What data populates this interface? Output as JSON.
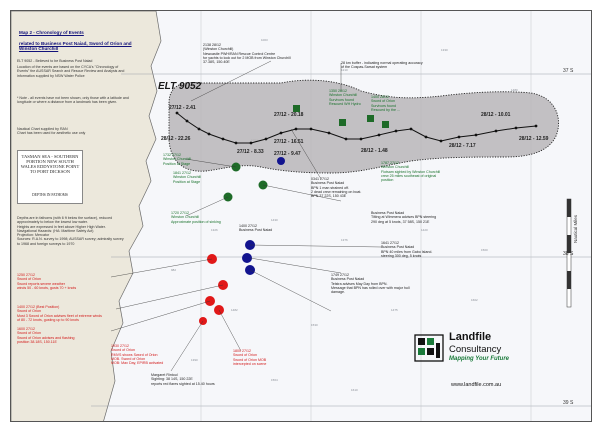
{
  "title": {
    "line1": "Map 2 - Chronology of Events",
    "line2": "related to Business Post Naiad, Sword of Orion and Winston Churchill"
  },
  "legend": {
    "note1": "ELT 9052 - Believed to be Business Post Naiad",
    "note2": "Location of the events are based on the CYCA's \"Chronology of Events\" the AUSSAR Search and Rescue Review and Analysis and information supplied by NSW Water Police",
    "note3": "* Note - all events have not been shown, only those with a latitude and longitude or where a distance from a landmark has been given.",
    "note4": "Nautical Chart supplied by RAN\nChart has been used for aesthetic use only",
    "note5": "Depths are in fathoms (with 6 ft below the surface), reduced approximately to below the lowest low water.\nHeights are expressed in feet above Higher High Water.\nNavigational Hazards: (HA: Maritime Safety Act)\nProjection: Mercator\nSources: R.A.N. survey to 1998; AUSSAR survey; admiralty survey to 1968 and foreign surveys to 1970",
    "chart_name_a": "TASMAN SEA - SOUTHERN PORTION\nNEW SOUTH WALES\nEDDYSTONE POINT\nTO\nPORT DICKSON",
    "chart_name_b": "DEPTHS IN FATHOMS"
  },
  "elt_label": "ELT 9052",
  "latitudes": {
    "lat_37": "37 S",
    "lat_38": "38 S",
    "lat_39": "39 S"
  },
  "time_labels": [
    "27/12 - 2.41",
    "28/12 - 22.26",
    "27/12 - 8.33",
    "27/12 - 20.18",
    "27/12 - 16.51",
    "27/12 - 9.47",
    "28/12 - 1.48",
    "28/12 - 7.17",
    "28/12 - 10.01",
    "28/12 - 12.59"
  ],
  "annotations": {
    "a_top_winston": "2138 28/12\n(Winston Churchill)\nNewcastle PWH/RAN Rescue Control Centre\nfor yachts to look out for 2 MOB from Winston Churchill\n37.38S, 150.40E",
    "a_buffer": "28 km buffer - indicating normal operating accuracy\nof the Cospas-Sarsat system",
    "a_sword_rescued": "1350 28/12\nWinston Churchill\nSurvivors found\nRescued WH Hydro",
    "a_sword_rescued2": "1400 28/12\nSword of Orion\nSurvivors found\nRescued by the ...",
    "a_grn_left": "1732 27/12\nWinston Churchill\nPosition at Stage",
    "a_grn_left2": "1841 27/12\nWinston Churchill\nPosition at Stage",
    "a_bpn_flare": "0341 27/12\nBusiness Post Naiad\nBPN 1 man strained off.\n2 dead crew remaining on boat.\nBPN 37 22S, 150 43E",
    "a_grn_right": "1787 27/12\nWinston Churchill\nFlotsam sighted by Winston Churchill crew 25 miles southeast of original position",
    "a_grn_mid": "1720 27/12\nWinston Churchill\nApproximate position of sinking",
    "a_bpn_1400": "1400 27/12\nBusiness Post Naiad",
    "a_blu_1": "1641 27/12\nBusiness Post Naiad\nBPN 40 miles from Gabo Island.\nsteering 300 deg, 5 knots",
    "a_blu_2": "1749 27/12\nBusiness Post Naiad\nTelstra advises May Day from BPN.\nMessage that BPN has rolled over with major hull damage.",
    "a_blu_3": "Business Post Naiad\nTilting at Wimmera advises BPN steering\n290 deg at 5 knots, 37 58S, 150 21E",
    "a_red_1": "1250 27/12\nSword of Orion\nSword reports severe weather\nwinds 50 - 60 knots, gusts 70 + knots",
    "a_red_2": "1400 27/12 (Best Position)\nSword of Orion\nMost 3 Sword of Orion advises fleet of extreme winds\nof 80 - 72 knots, gusting up to 90 knots",
    "a_red_3": "1600 27/12\nSword of Orion\nSword of Orion advises and flashing\nposition 38.18S, 150.11E",
    "a_red_4": "1930 27/12\nSword of Orion\nRMVS shows Sword of Orion\nMOB. Sword of Orion\nMOB: Max Day, EPIRB activated",
    "a_red_5": "1800 27/12\nSword of Orion\nSword of Orion MOB\nintercepted on scene",
    "a_red_6": "Margaret Rintoul\nSighting: 38 14S, 150 22E\nreports red flares sighted at 15.40 hours"
  },
  "logo": {
    "name1": "Landfile",
    "name2": "Consultancy",
    "tagline": "Mapping Your Future",
    "url": "www.landfile.com.au"
  },
  "scale_label": "Nautical Miles",
  "colors": {
    "sea": "#f6f7fa",
    "buffer": "#b9b6b9",
    "red_event": "#e11818",
    "blue_event": "#12148f",
    "green_event": "#1e6b28",
    "track": "#111111",
    "grid": "#9aa0a8"
  }
}
